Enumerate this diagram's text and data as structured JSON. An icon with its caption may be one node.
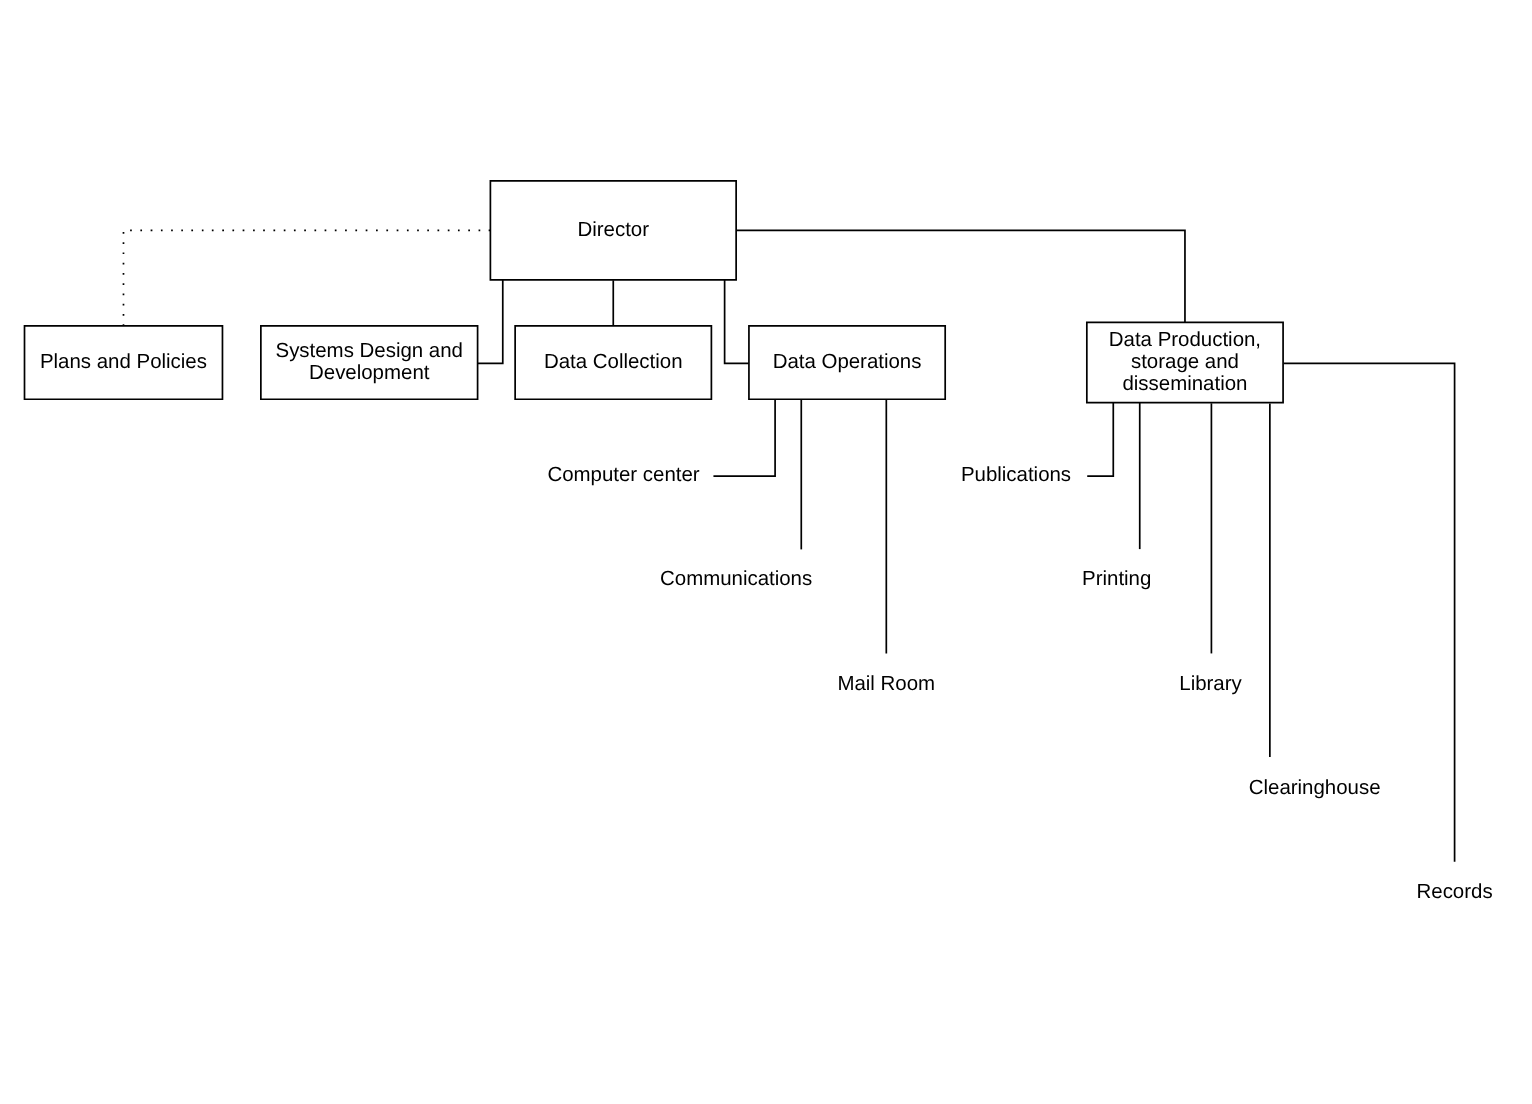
{
  "diagram": {
    "nodes": [
      {
        "text": [
          "Director"
        ]
      },
      {
        "text": [
          "Plans and Policies"
        ]
      },
      {
        "text": [
          "Systems Design and Development"
        ]
      },
      {
        "text": [
          "Data Collection"
        ]
      },
      {
        "text": [
          "Data Operations"
        ]
      },
      {
        "text": [
          "Data Production, storage and dissemination"
        ]
      },
      {
        "text": [
          "Computer center"
        ]
      },
      {
        "text": [
          "Communications"
        ]
      },
      {
        "text": [
          "Mail Room"
        ]
      },
      {
        "text": [
          "Publications"
        ]
      },
      {
        "text": [
          "Printing"
        ]
      },
      {
        "text": [
          "Library"
        ]
      },
      {
        "text": [
          "Clearinghouse"
        ]
      },
      {
        "text": [
          "Records"
        ]
      }
    ],
    "edges": [
      {
        "from": 0,
        "to": 1,
        "arrow": "none",
        "style": "dashed"
      },
      {
        "from": 0,
        "to": 2,
        "arrow": "none"
      },
      {
        "from": 0,
        "to": 3,
        "arrow": "none"
      },
      {
        "from": 0,
        "to": 4,
        "arrow": "none"
      },
      {
        "from": 0,
        "to": 5,
        "arrow": "none"
      },
      {
        "from": 4,
        "to": 6,
        "arrow": "none"
      },
      {
        "from": 4,
        "to": 7,
        "arrow": "none"
      },
      {
        "from": 4,
        "to": 8,
        "arrow": "none"
      },
      {
        "from": 5,
        "to": 9,
        "arrow": "none"
      },
      {
        "from": 5,
        "to": 10,
        "arrow": "none"
      },
      {
        "from": 5,
        "to": 11,
        "arrow": "none"
      },
      {
        "from": 5,
        "to": 12,
        "arrow": "none"
      },
      {
        "from": 5,
        "to": 13,
        "arrow": "none"
      }
    ]
  }
}
